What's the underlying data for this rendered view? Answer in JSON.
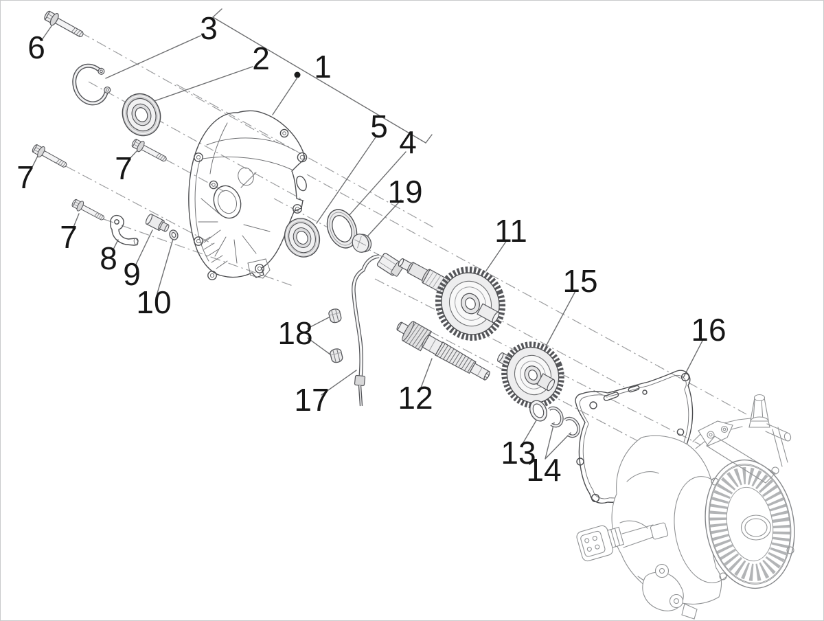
{
  "figure": {
    "kind": "exploded-parts-diagram",
    "palette": {
      "ink": "#161616",
      "part_line": "#4c4d50",
      "centerline": "#9c9d9f",
      "engine_line": "#8f9193"
    }
  },
  "callouts": [
    {
      "num": "1"
    },
    {
      "num": "2"
    },
    {
      "num": "3"
    },
    {
      "num": "4"
    },
    {
      "num": "5"
    },
    {
      "num": "6"
    },
    {
      "num": "7"
    },
    {
      "num": "7"
    },
    {
      "num": "7"
    },
    {
      "num": "8"
    },
    {
      "num": "9"
    },
    {
      "num": "10"
    },
    {
      "num": "11"
    },
    {
      "num": "12"
    },
    {
      "num": "13"
    },
    {
      "num": "14"
    },
    {
      "num": "15"
    },
    {
      "num": "16"
    },
    {
      "num": "17"
    },
    {
      "num": "18"
    },
    {
      "num": "19"
    }
  ]
}
